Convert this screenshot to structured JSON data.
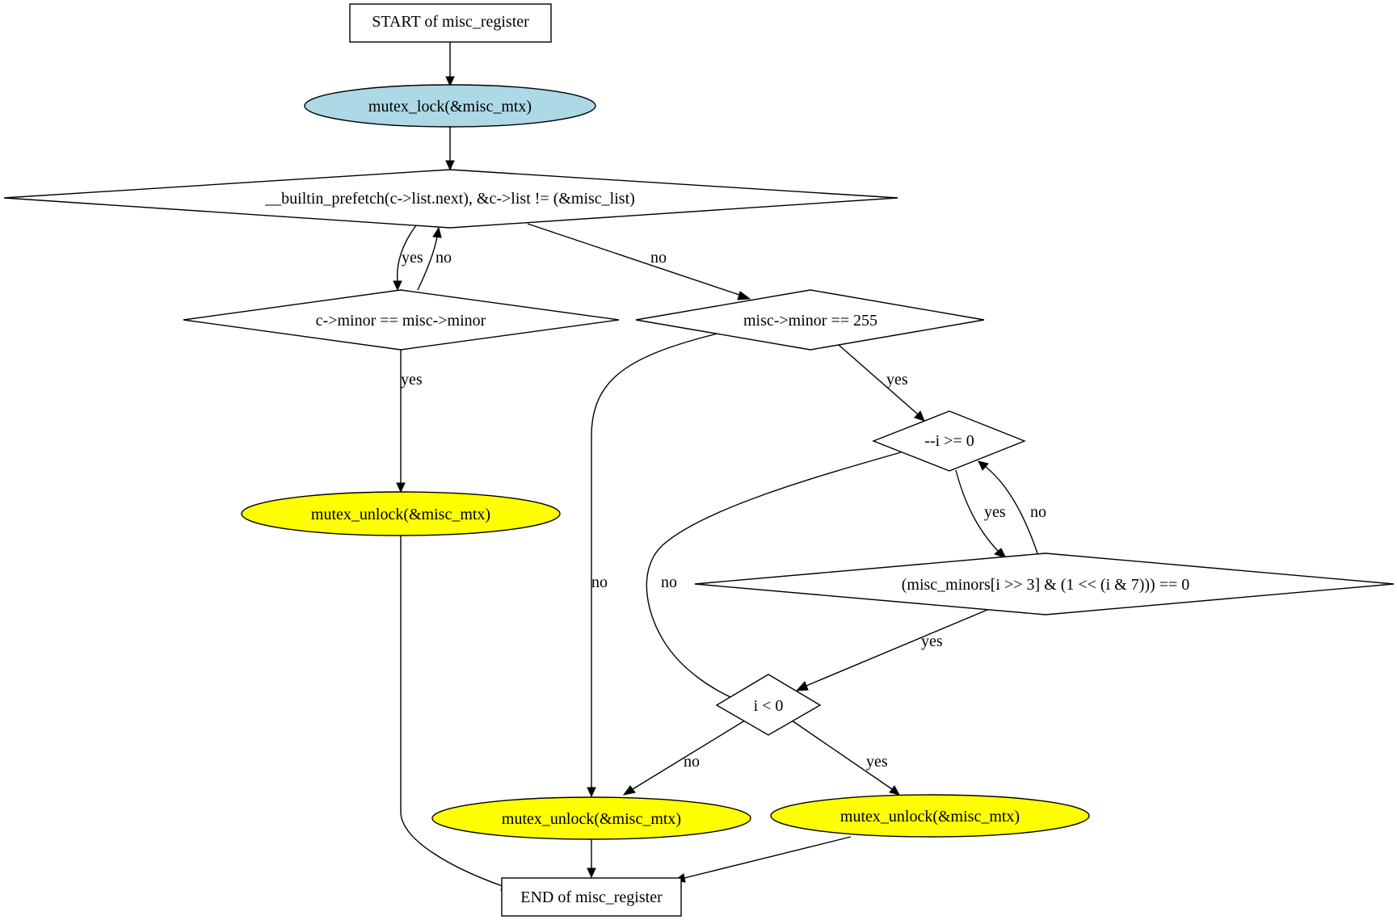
{
  "diagram": {
    "colors": {
      "lock": "#add8e6",
      "unlock": "#ffff00",
      "default": "#ffffff",
      "line": "#000000"
    },
    "nodes": {
      "start": {
        "label": "START of misc_register",
        "shape": "box"
      },
      "lock": {
        "label": "mutex_lock(&misc_mtx)",
        "shape": "ellipse",
        "fill": "lock"
      },
      "loop_cond": {
        "label": "__builtin_prefetch(c->list.next), &c->list != (&misc_list)",
        "shape": "diamond"
      },
      "minor_eq": {
        "label": "c->minor == misc->minor",
        "shape": "diamond"
      },
      "minor_255": {
        "label": "misc->minor == 255",
        "shape": "diamond"
      },
      "unlock_1": {
        "label": "mutex_unlock(&misc_mtx)",
        "shape": "ellipse",
        "fill": "unlock"
      },
      "dec_i": {
        "label": "--i >= 0",
        "shape": "diamond"
      },
      "minors_check": {
        "label": "(misc_minors[i >> 3] & (1 << (i & 7))) == 0",
        "shape": "diamond"
      },
      "i_lt_0": {
        "label": "i < 0",
        "shape": "diamond"
      },
      "unlock_2": {
        "label": "mutex_unlock(&misc_mtx)",
        "shape": "ellipse",
        "fill": "unlock"
      },
      "unlock_3": {
        "label": "mutex_unlock(&misc_mtx)",
        "shape": "ellipse",
        "fill": "unlock"
      },
      "end": {
        "label": "END of misc_register",
        "shape": "box"
      }
    },
    "edges": [
      {
        "from": "start",
        "to": "lock",
        "label": ""
      },
      {
        "from": "lock",
        "to": "loop_cond",
        "label": ""
      },
      {
        "from": "loop_cond",
        "to": "minor_eq",
        "label": "yes"
      },
      {
        "from": "minor_eq",
        "to": "loop_cond",
        "label": "no"
      },
      {
        "from": "loop_cond",
        "to": "minor_255",
        "label": "no"
      },
      {
        "from": "minor_eq",
        "to": "unlock_1",
        "label": "yes"
      },
      {
        "from": "minor_255",
        "to": "dec_i",
        "label": "yes"
      },
      {
        "from": "minor_255",
        "to": "unlock_2",
        "label": "no"
      },
      {
        "from": "dec_i",
        "to": "minors_check",
        "label": "yes"
      },
      {
        "from": "minors_check",
        "to": "dec_i",
        "label": "no"
      },
      {
        "from": "dec_i",
        "to": "i_lt_0",
        "label": "no"
      },
      {
        "from": "minors_check",
        "to": "i_lt_0",
        "label": "yes"
      },
      {
        "from": "i_lt_0",
        "to": "unlock_2",
        "label": "no"
      },
      {
        "from": "i_lt_0",
        "to": "unlock_3",
        "label": "yes"
      },
      {
        "from": "unlock_1",
        "to": "end",
        "label": ""
      },
      {
        "from": "unlock_2",
        "to": "end",
        "label": ""
      },
      {
        "from": "unlock_3",
        "to": "end",
        "label": ""
      }
    ]
  }
}
